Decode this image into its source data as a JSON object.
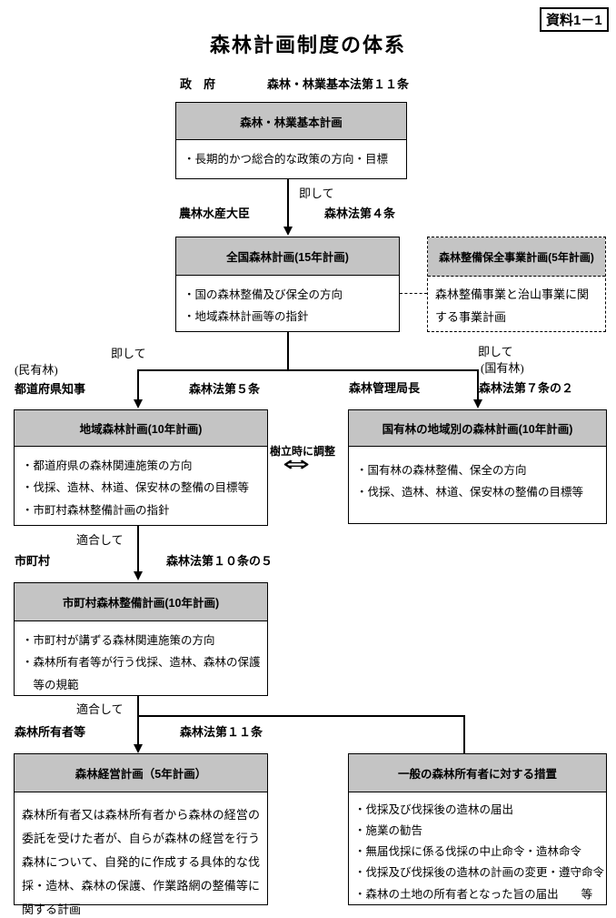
{
  "badge": "資料1－1",
  "title": "森林計画制度の体系",
  "colors": {
    "header_bg": "#c4c4c4",
    "border": "#000000"
  },
  "top": {
    "actor": "政　府",
    "law": "森林・林業基本法第１１条"
  },
  "boxes": {
    "basic": {
      "title": "森林・林業基本計画",
      "items": [
        "・長期的かつ総合的な政策の方向・目標"
      ]
    },
    "national": {
      "title": "全国森林計画(15年計画)",
      "items": [
        "・国の森林整備及び保全の方向",
        "・地域森林計画等の指針"
      ]
    },
    "project": {
      "title": "森林整備保全事業計画(5年計画)",
      "body": "森林整備事業と治山事業に関する事業計画"
    },
    "regional": {
      "title": "地域森林計画(10年計画)",
      "items": [
        "・都道府県の森林関連施策の方向",
        "・伐採、造林、林道、保安林の整備の目標等",
        "・市町村森林整備計画の指針"
      ]
    },
    "national_forest": {
      "title": "国有林の地域別の森林計画(10年計画)",
      "items": [
        "・国有林の森林整備、保全の方向",
        "・伐採、造林、林道、保安林の整備の目標等"
      ]
    },
    "municipal": {
      "title": "市町村森林整備計画(10年計画)",
      "items": [
        "・市町村が講ずる森林関連施策の方向",
        "・森林所有者等が行う伐採、造林、森林の保護等の規範"
      ]
    },
    "management": {
      "title": "森林経営計画（5年計画）",
      "body": "森林所有者又は森林所有者から森林の経営の委託を受けた者が、自らが森林の経営を行う森林について、自発的に作成する具体的な伐採・造林、森林の保護、作業路網の整備等に関する計画"
    },
    "measures": {
      "title": "一般の森林所有者に対する措置",
      "items": [
        "・伐採及び伐採後の造林の届出",
        "・施業の勧告",
        "・無届伐採に係る伐採の中止命令・造林命令",
        "・伐採及び伐採後の造林の計画の変更・遵守命令",
        "・森林の土地の所有者となった旨の届出　　等"
      ]
    }
  },
  "connectors": {
    "c1": {
      "label": "即して",
      "actor": "農林水産大臣",
      "law": "森林法第４条"
    },
    "left": {
      "label": "即して",
      "type": "(民有林)",
      "actor": "都道府県知事",
      "law": "森林法第５条"
    },
    "right": {
      "label": "即して",
      "type": "(国有林)",
      "actor": "森林管理局長",
      "law": "森林法第７条の２"
    },
    "adjust": {
      "label": "樹立時に調整",
      "arrow": "⇔"
    },
    "c3": {
      "label": "適合して",
      "actor": "市町村",
      "law": "森林法第１０条の５"
    },
    "c4": {
      "label": "適合して",
      "actor": "森林所有者等",
      "law": "森林法第１１条"
    }
  }
}
